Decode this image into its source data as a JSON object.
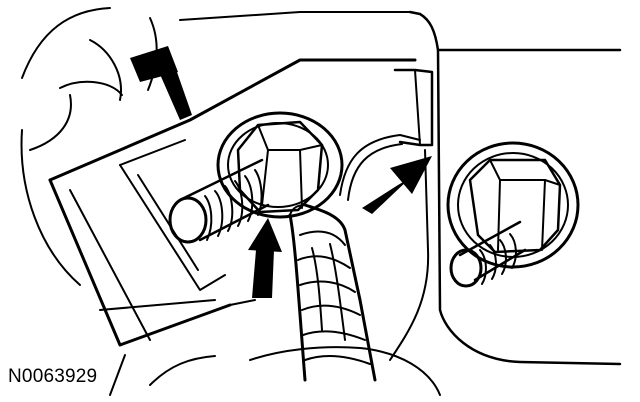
{
  "figure": {
    "id_label": "N0063929",
    "ink_color": "#000000",
    "paper_color": "#ffffff"
  },
  "callouts": [
    {
      "name": "arrow-upper-left",
      "icon": "callout-arrow-icon",
      "points_to": "bracket"
    },
    {
      "name": "arrow-lower-center",
      "icon": "callout-arrow-icon",
      "points_to": "ground-terminal"
    },
    {
      "name": "arrow-right",
      "icon": "callout-arrow-icon",
      "points_to": "wire-lead"
    }
  ]
}
